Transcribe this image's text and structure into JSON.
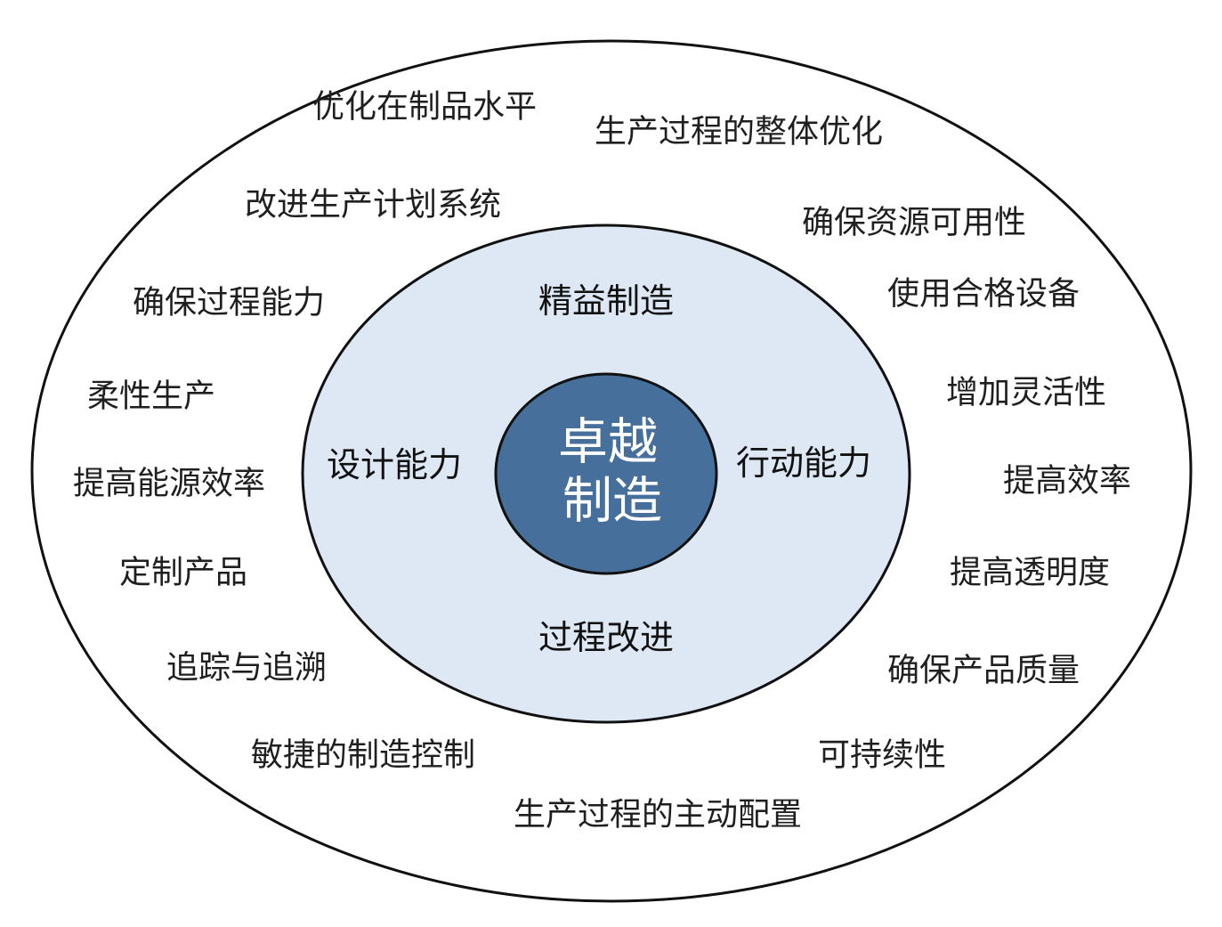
{
  "core": {
    "lines": [
      "卓越",
      "制造"
    ]
  },
  "ring_labels": [
    "精益制造",
    "设计能力",
    "行动能力",
    "过程改进"
  ],
  "outer_labels": [
    "优化在制品水平",
    "生产过程的整体优化",
    "改进生产计划系统",
    "确保资源可用性",
    "确保过程能力",
    "使用合格设备",
    "柔性生产",
    "增加灵活性",
    "提高能源效率",
    "提高效率",
    "定制产品",
    "提高透明度",
    "追踪与追溯",
    "确保产品质量",
    "敏捷的制造控制",
    "可持续性",
    "生产过程的主动配置"
  ],
  "colors": {
    "outer_fill": "#ffffff",
    "ring_fill": "#dde8f4",
    "core_fill": "#46709b",
    "stroke": "#111111"
  }
}
